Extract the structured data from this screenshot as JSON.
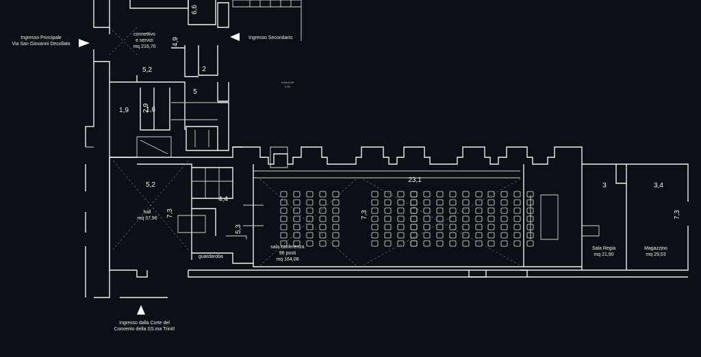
{
  "entrances": {
    "main": [
      "Ingresso Principale",
      "Via San Giovanni Decollato"
    ],
    "secondary": "Ingresso Secondario",
    "courtyard": [
      "Ingresso dalla Corte del",
      "Convento della SS.ma Trinit!"
    ]
  },
  "rooms": {
    "connettivo": [
      "connettivo",
      "e servizi",
      "mq 216,70"
    ],
    "hall": [
      "hall",
      "mq 37,96"
    ],
    "guardaroba": "guardaroba",
    "sala_conferenza": [
      "sala conferenza",
      "96 posti",
      "mq 164,08"
    ],
    "sala_regia": [
      "Sala Regia",
      "mq 21,90"
    ],
    "magazzino": [
      "Magazzino",
      "mq 29,03"
    ]
  },
  "dimensions": {
    "d_6_6": "6,6",
    "d_4_9": "4,9",
    "d_5_2_top": "5,2",
    "d_2": "2",
    "d_5": "5",
    "d_1_9": "1,9",
    "d_2_9": "2,9",
    "d_1_6": "1,6",
    "d_5_2_hall": "5,2",
    "d_7_3_hall": "7,3",
    "d_4_4": "4,4",
    "d_5_3": "5,3",
    "d_7_3_conf": "7,3",
    "d_23_1": "23,1",
    "d_3": "3",
    "d_3_4": "3,4",
    "d_7_3_mag": "7,3"
  },
  "small_notes": {
    "window_note": [
      "0,60×0,60",
      "2,00"
    ]
  },
  "seating": {
    "rows": 7,
    "blocks": [
      5,
      4,
      6,
      4
    ]
  }
}
